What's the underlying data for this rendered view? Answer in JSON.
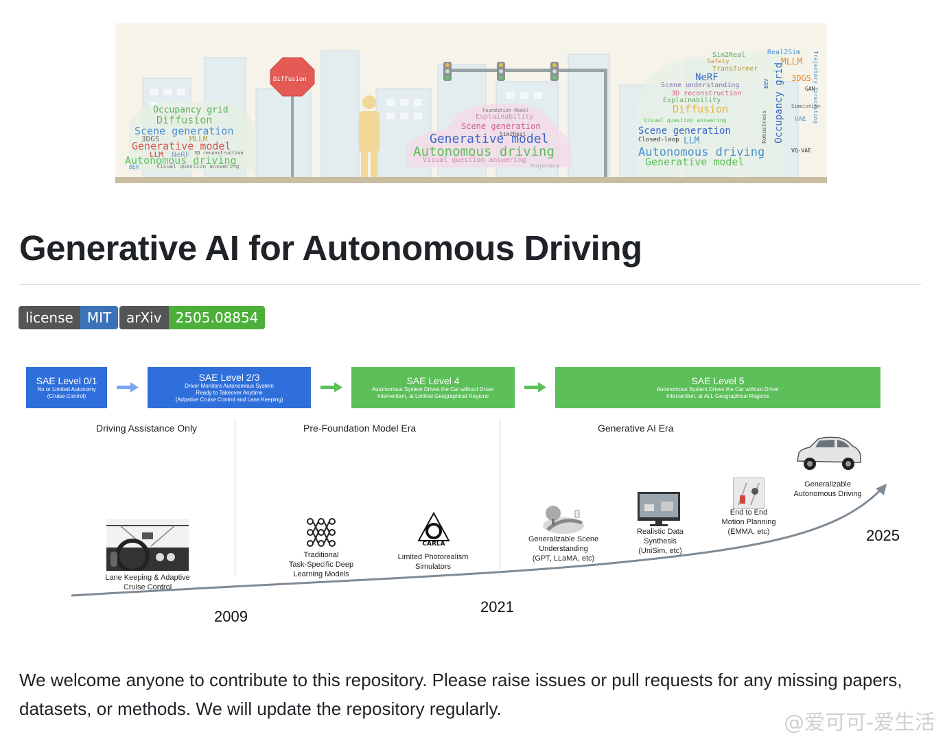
{
  "banner": {
    "stop_sign_text": "Diffusion",
    "left_cloud": [
      "Occupancy grid",
      "Diffusion",
      "Scene generation",
      "3DGS",
      "MLLM",
      "Generative model",
      "LLM",
      "NeRF",
      "Autonomous driving",
      "Visual question answering",
      "BEV",
      "3D reconstruction"
    ],
    "center_cloud": [
      "Foundation Model",
      "Explainability",
      "Scene generation",
      "Sim2Real",
      "Generative model",
      "Autonomous driving",
      "Visual question answering",
      "Trajectory"
    ],
    "right_cloud": [
      "Sim2Real",
      "Real2Sim",
      "MLLM",
      "NeRF",
      "Transformer",
      "Scene understanding",
      "3D reconstruction",
      "Explainability",
      "Diffusion",
      "Visual question answering",
      "Scene generation",
      "Closed-loop",
      "LLM",
      "Autonomous driving",
      "Generative model",
      "Occupancy grid",
      "3DGS",
      "GAN",
      "VAE",
      "VQ-VAE",
      "BEV",
      "Robustness",
      "Trajectory forecasting",
      "Simulation",
      "Safety"
    ]
  },
  "title": "Generative AI for Autonomous Driving",
  "badges": [
    {
      "left": "license",
      "right": "MIT"
    },
    {
      "left": "arXiv",
      "right": "2505.08854"
    }
  ],
  "timeline": {
    "sae": [
      {
        "title": "SAE Level 0/1",
        "sub1": "No or Limited Autonomy",
        "sub2": "(Cruise Control)"
      },
      {
        "title": "SAE Level 2/3",
        "sub1": "Driver Monitors Autonomous System",
        "sub2": "Ready to Takeover Anytime",
        "sub3": "(Adpative Cruise Control and Lane Keeping)"
      },
      {
        "title": "SAE Level 4",
        "sub1": "Autonomous System Drives the Car without Driver",
        "sub2": "Intervention, at Limited Geographical Regions"
      },
      {
        "title": "SAE Level 5",
        "sub1": "Autonomous System Drives the Car without Driver",
        "sub2": "Intervention, at ALL Geographical Regions"
      }
    ],
    "eras": [
      "Driving Assistance Only",
      "Pre-Foundation Model Era",
      "Generative AI Era"
    ],
    "milestones": [
      {
        "l1": "Lane Keeping & Adaptive",
        "l2": "Cruise Control"
      },
      {
        "l1": "Traditional",
        "l2": "Task-Specific Deep",
        "l3": "Learning Models"
      },
      {
        "l1": "Limited Photorealism",
        "l2": "Simulators",
        "logo": "CARLA"
      },
      {
        "l1": "Generalizable Scene",
        "l2": "Understanding",
        "l3": "(GPT, LLaMA, etc)"
      },
      {
        "l1": "Realistic Data",
        "l2": "Synthesis",
        "l3": "(UniSim, etc)"
      },
      {
        "l1": "End to End",
        "l2": "Motion Planning",
        "l3": "(EMMA, etc)"
      },
      {
        "l1": "Generalizable",
        "l2": "Autonomous Driving"
      }
    ],
    "years": [
      "2009",
      "2021",
      "2025"
    ]
  },
  "paragraph": "We welcome anyone to contribute to this repository. Please raise issues or pull requests for any missing papers, datasets, or methods. We will update the repository regularly.",
  "watermark": "@爱可可-爱生活",
  "colors": {
    "sae_blue": "#2f6fdb",
    "sae_green": "#5cbf5a",
    "badge_gray": "#555555",
    "badge_blue": "#3b73b8",
    "badge_green": "#4caf3a"
  }
}
